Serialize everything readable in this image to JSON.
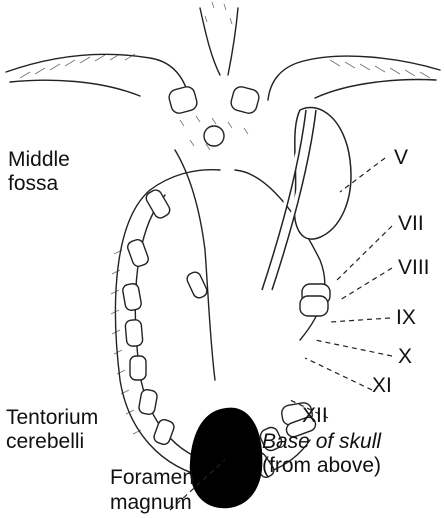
{
  "labels": {
    "middle_fossa_1": "Middle",
    "middle_fossa_2": "fossa",
    "nerve_v": "V",
    "nerve_vii": "VII",
    "nerve_viii": "VIII",
    "nerve_ix": "IX",
    "nerve_x": "X",
    "nerve_xi": "XI",
    "nerve_xii": "XII",
    "tentorium_1": "Tentorium",
    "tentorium_2": "cerebelli",
    "foramen_1": "Foramen",
    "foramen_2": "magnum",
    "base_1": "Base of skull",
    "base_2": "(from above)"
  },
  "colors": {
    "ink": "#111111",
    "background": "#ffffff",
    "foramen_fill": "#000000"
  }
}
